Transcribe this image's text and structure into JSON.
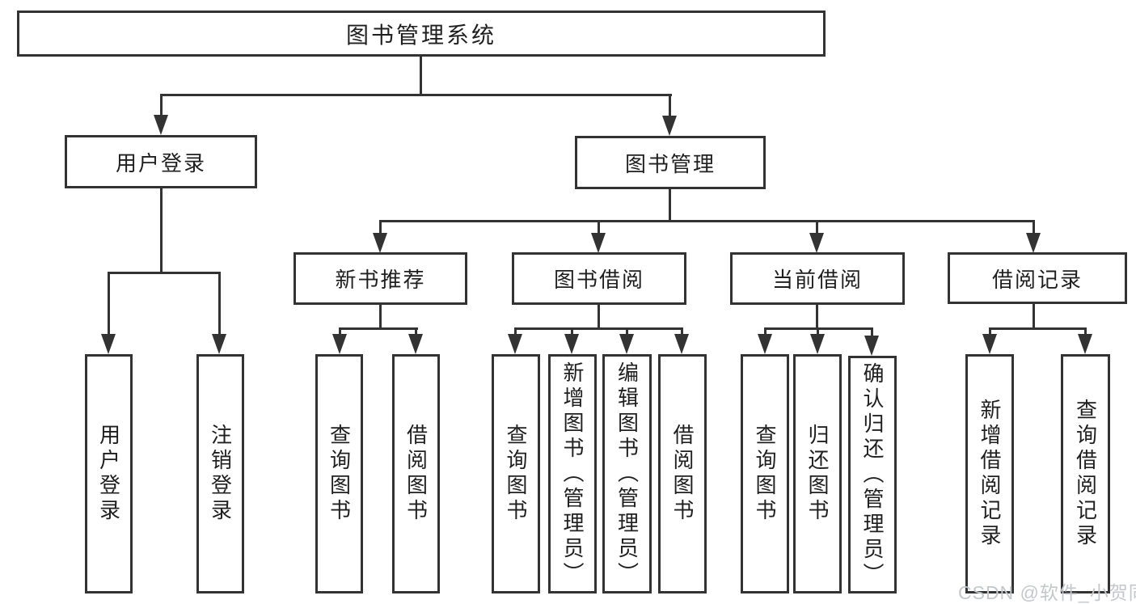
{
  "tree": {
    "root": {
      "label": "图书管理系统"
    },
    "branches": [
      {
        "label": "用户登录",
        "children": [
          {
            "label": "用户登录"
          },
          {
            "label": "注销登录"
          }
        ]
      },
      {
        "label": "图书管理",
        "children": [
          {
            "label": "新书推荐",
            "children": [
              {
                "label": "查询图书"
              },
              {
                "label": "借阅图书"
              }
            ]
          },
          {
            "label": "图书借阅",
            "children": [
              {
                "label": "查询图书"
              },
              {
                "label": "新增图书（管理员）"
              },
              {
                "label": "编辑图书（管理员）"
              },
              {
                "label": "借阅图书"
              }
            ]
          },
          {
            "label": "当前借阅",
            "children": [
              {
                "label": "查询图书"
              },
              {
                "label": "归还图书"
              },
              {
                "label": "确认归还（管理员）"
              }
            ]
          },
          {
            "label": "借阅记录",
            "children": [
              {
                "label": "新增借阅记录"
              },
              {
                "label": "查询借阅记录"
              }
            ]
          }
        ]
      }
    ]
  },
  "watermark": {
    "text": "CSDN @软件_小贺同学"
  },
  "colors": {
    "line": "#333333",
    "text": "#1f1f1f",
    "background": "#ffffff",
    "watermark": "#c4c7cb"
  }
}
